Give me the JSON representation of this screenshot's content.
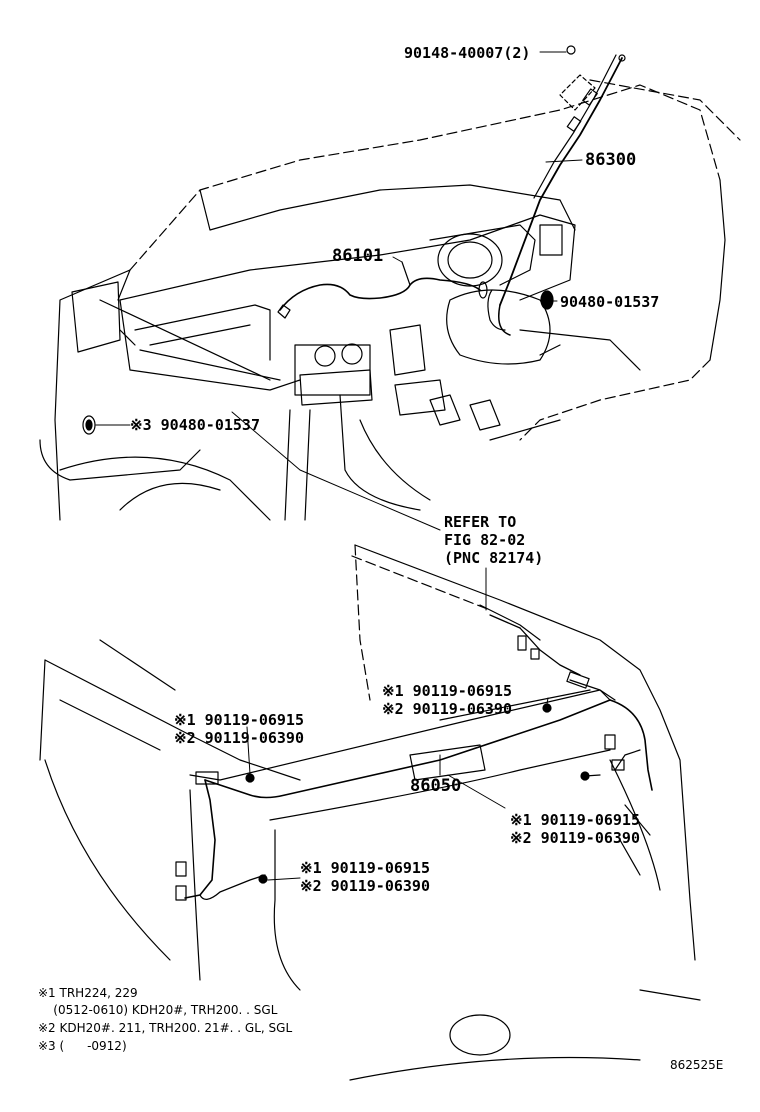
{
  "callouts": {
    "bolt_top": "90148-40007(2)",
    "antenna": "86300",
    "cable_dash": "86101",
    "grommet_right": "90480-01537",
    "grommet_left": "※3 90480-01537",
    "refer_line1": "REFER TO",
    "refer_line2": "FIG 82-02",
    "refer_line3": "(PNC 82174)",
    "c1_line1": "※1 90119-06915",
    "c1_line2": "※2 90119-06390",
    "c2_line1": "※1 90119-06915",
    "c2_line2": "※2 90119-06390",
    "cable_rear": "86050",
    "c3_line1": "※1 90119-06915",
    "c3_line2": "※2 90119-06390",
    "c4_line1": "※1 90119-06915",
    "c4_line2": "※2 90119-06390"
  },
  "notes": {
    "n1_line1": "※1 TRH224, 229",
    "n1_line2": "    (0512-0610) KDH20#, TRH200. . SGL",
    "n2": "※2 KDH20#. 211, TRH200. 21#. . GL, SGL",
    "n3": "※3 (      -0912)"
  },
  "figure_id": "862525E",
  "colors": {
    "line": "#000000",
    "background": "#ffffff"
  }
}
